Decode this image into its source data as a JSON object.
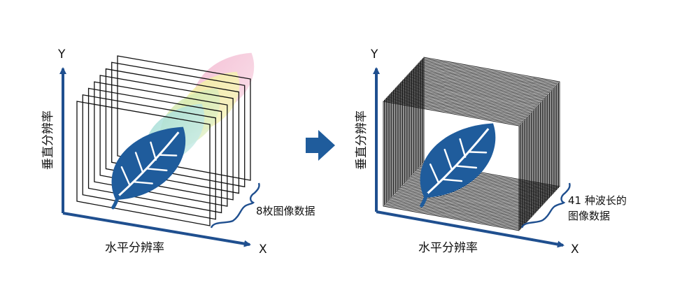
{
  "colors": {
    "axis": "#1f4f8f",
    "leaf": "#1f5c9c",
    "frame": "#111111",
    "brace": "#1f4f8f",
    "arrow": "#1f5c9c"
  },
  "icons": [
    "axis-arrow-icon",
    "leaf-icon",
    "brace-icon",
    "right-arrow-icon"
  ],
  "left_panel": {
    "y_axis_letter": "Y",
    "x_axis_letter": "X",
    "y_axis_title": "垂直分辨率",
    "x_axis_title": "水平分辨率",
    "stack_label": "8枚图像数据",
    "frame_count": 8
  },
  "right_panel": {
    "y_axis_letter": "Y",
    "x_axis_letter": "X",
    "y_axis_title": "垂直分辨率",
    "x_axis_title": "水平分辨率",
    "stack_label_line1": "41 种波长的",
    "stack_label_line2": "图像数据",
    "frame_count": 41
  }
}
